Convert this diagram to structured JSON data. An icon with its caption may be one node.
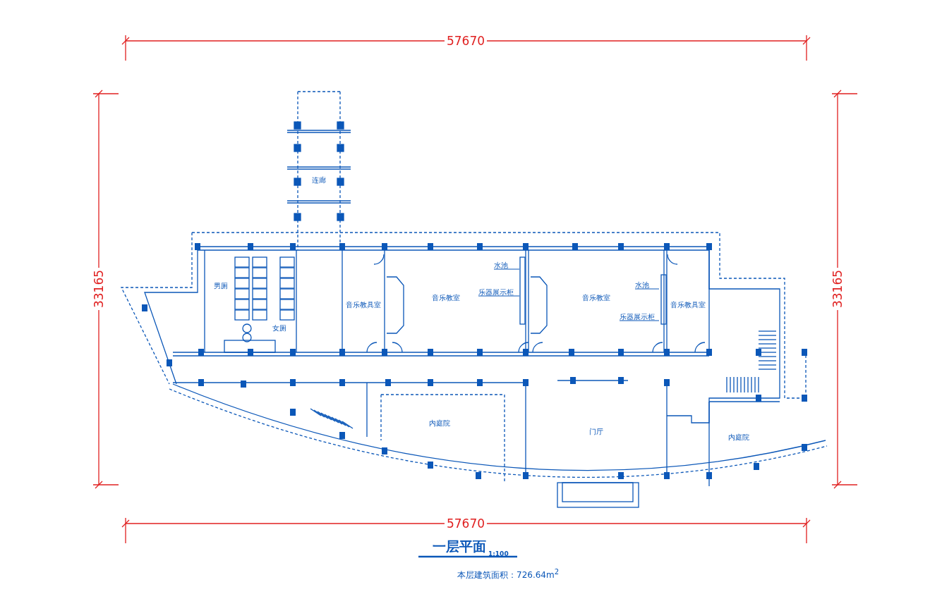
{
  "diagram": {
    "title": "一层平面",
    "nodes": [
      {
        "text": [
          "连廊"
        ]
      },
      {
        "text": [
          "男厕"
        ]
      },
      {
        "text": [
          "女厕"
        ]
      },
      {
        "text": [
          "音乐教具室"
        ]
      },
      {
        "text": [
          "音乐教室"
        ]
      },
      {
        "text": [
          "水池"
        ]
      },
      {
        "text": [
          "乐器展示柜"
        ]
      },
      {
        "text": [
          "音乐教室"
        ]
      },
      {
        "text": [
          "水池"
        ]
      },
      {
        "text": [
          "乐器展示柜"
        ]
      },
      {
        "text": [
          "音乐教具室"
        ]
      },
      {
        "text": [
          "内庭院"
        ]
      },
      {
        "text": [
          "门厅"
        ]
      },
      {
        "text": [
          "内庭院"
        ]
      }
    ],
    "edges": [
      {
        "from": 5,
        "to": null,
        "arrow": "none"
      },
      {
        "from": 6,
        "to": null,
        "arrow": "none"
      },
      {
        "from": 8,
        "to": null,
        "arrow": "none"
      },
      {
        "from": 9,
        "to": null,
        "arrow": "none"
      }
    ],
    "labels": [
      "57670",
      "33165",
      "33165",
      "57670",
      "1:100",
      "本层建筑面积：726.64m$^{2}$"
    ]
  }
}
